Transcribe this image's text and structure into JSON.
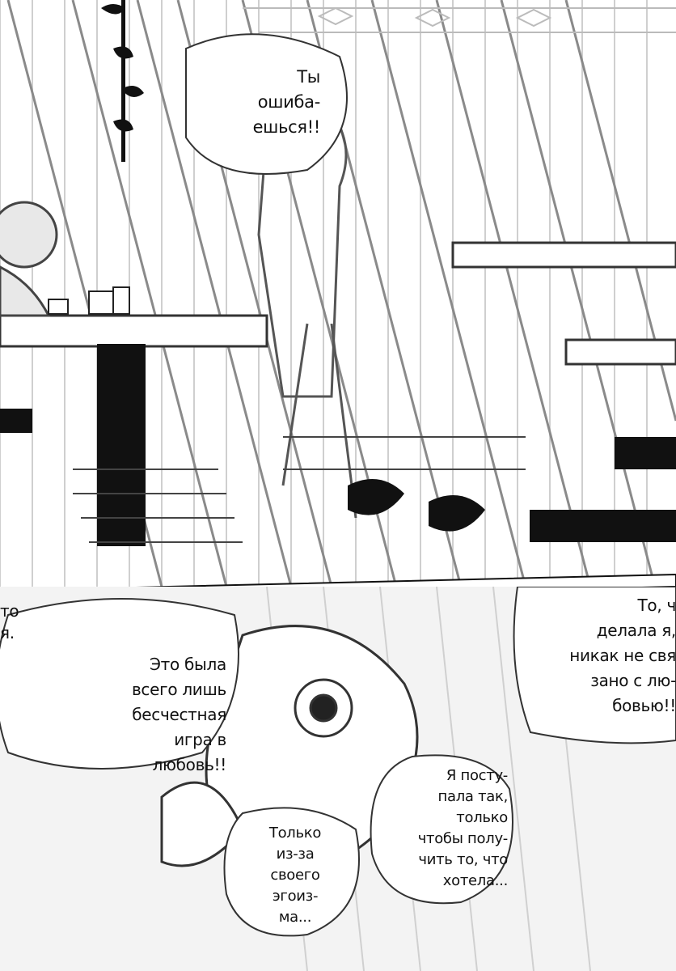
{
  "page": {
    "panels": [
      "top-panel",
      "bottom-panel"
    ]
  },
  "bubbles": {
    "top_shout": "Ты\nошиба-\nешься!!",
    "bottom_left_edge": "то\nя.",
    "bottom_left": "Это была\nвсего лишь\nбесчестная\nигра в\nлюбовь!!",
    "bottom_right": "То, ч\nделала я,\nникак не свя\nзано с лю-\nбовью!!",
    "bottom_whisper_right": "Я посту-\nпала так,\nтолько\nчтобы полу-\nчить то, что\nхотела...",
    "bottom_whisper_left": "Только\nиз-за\nсвоего\nэгоиз-\nма..."
  }
}
